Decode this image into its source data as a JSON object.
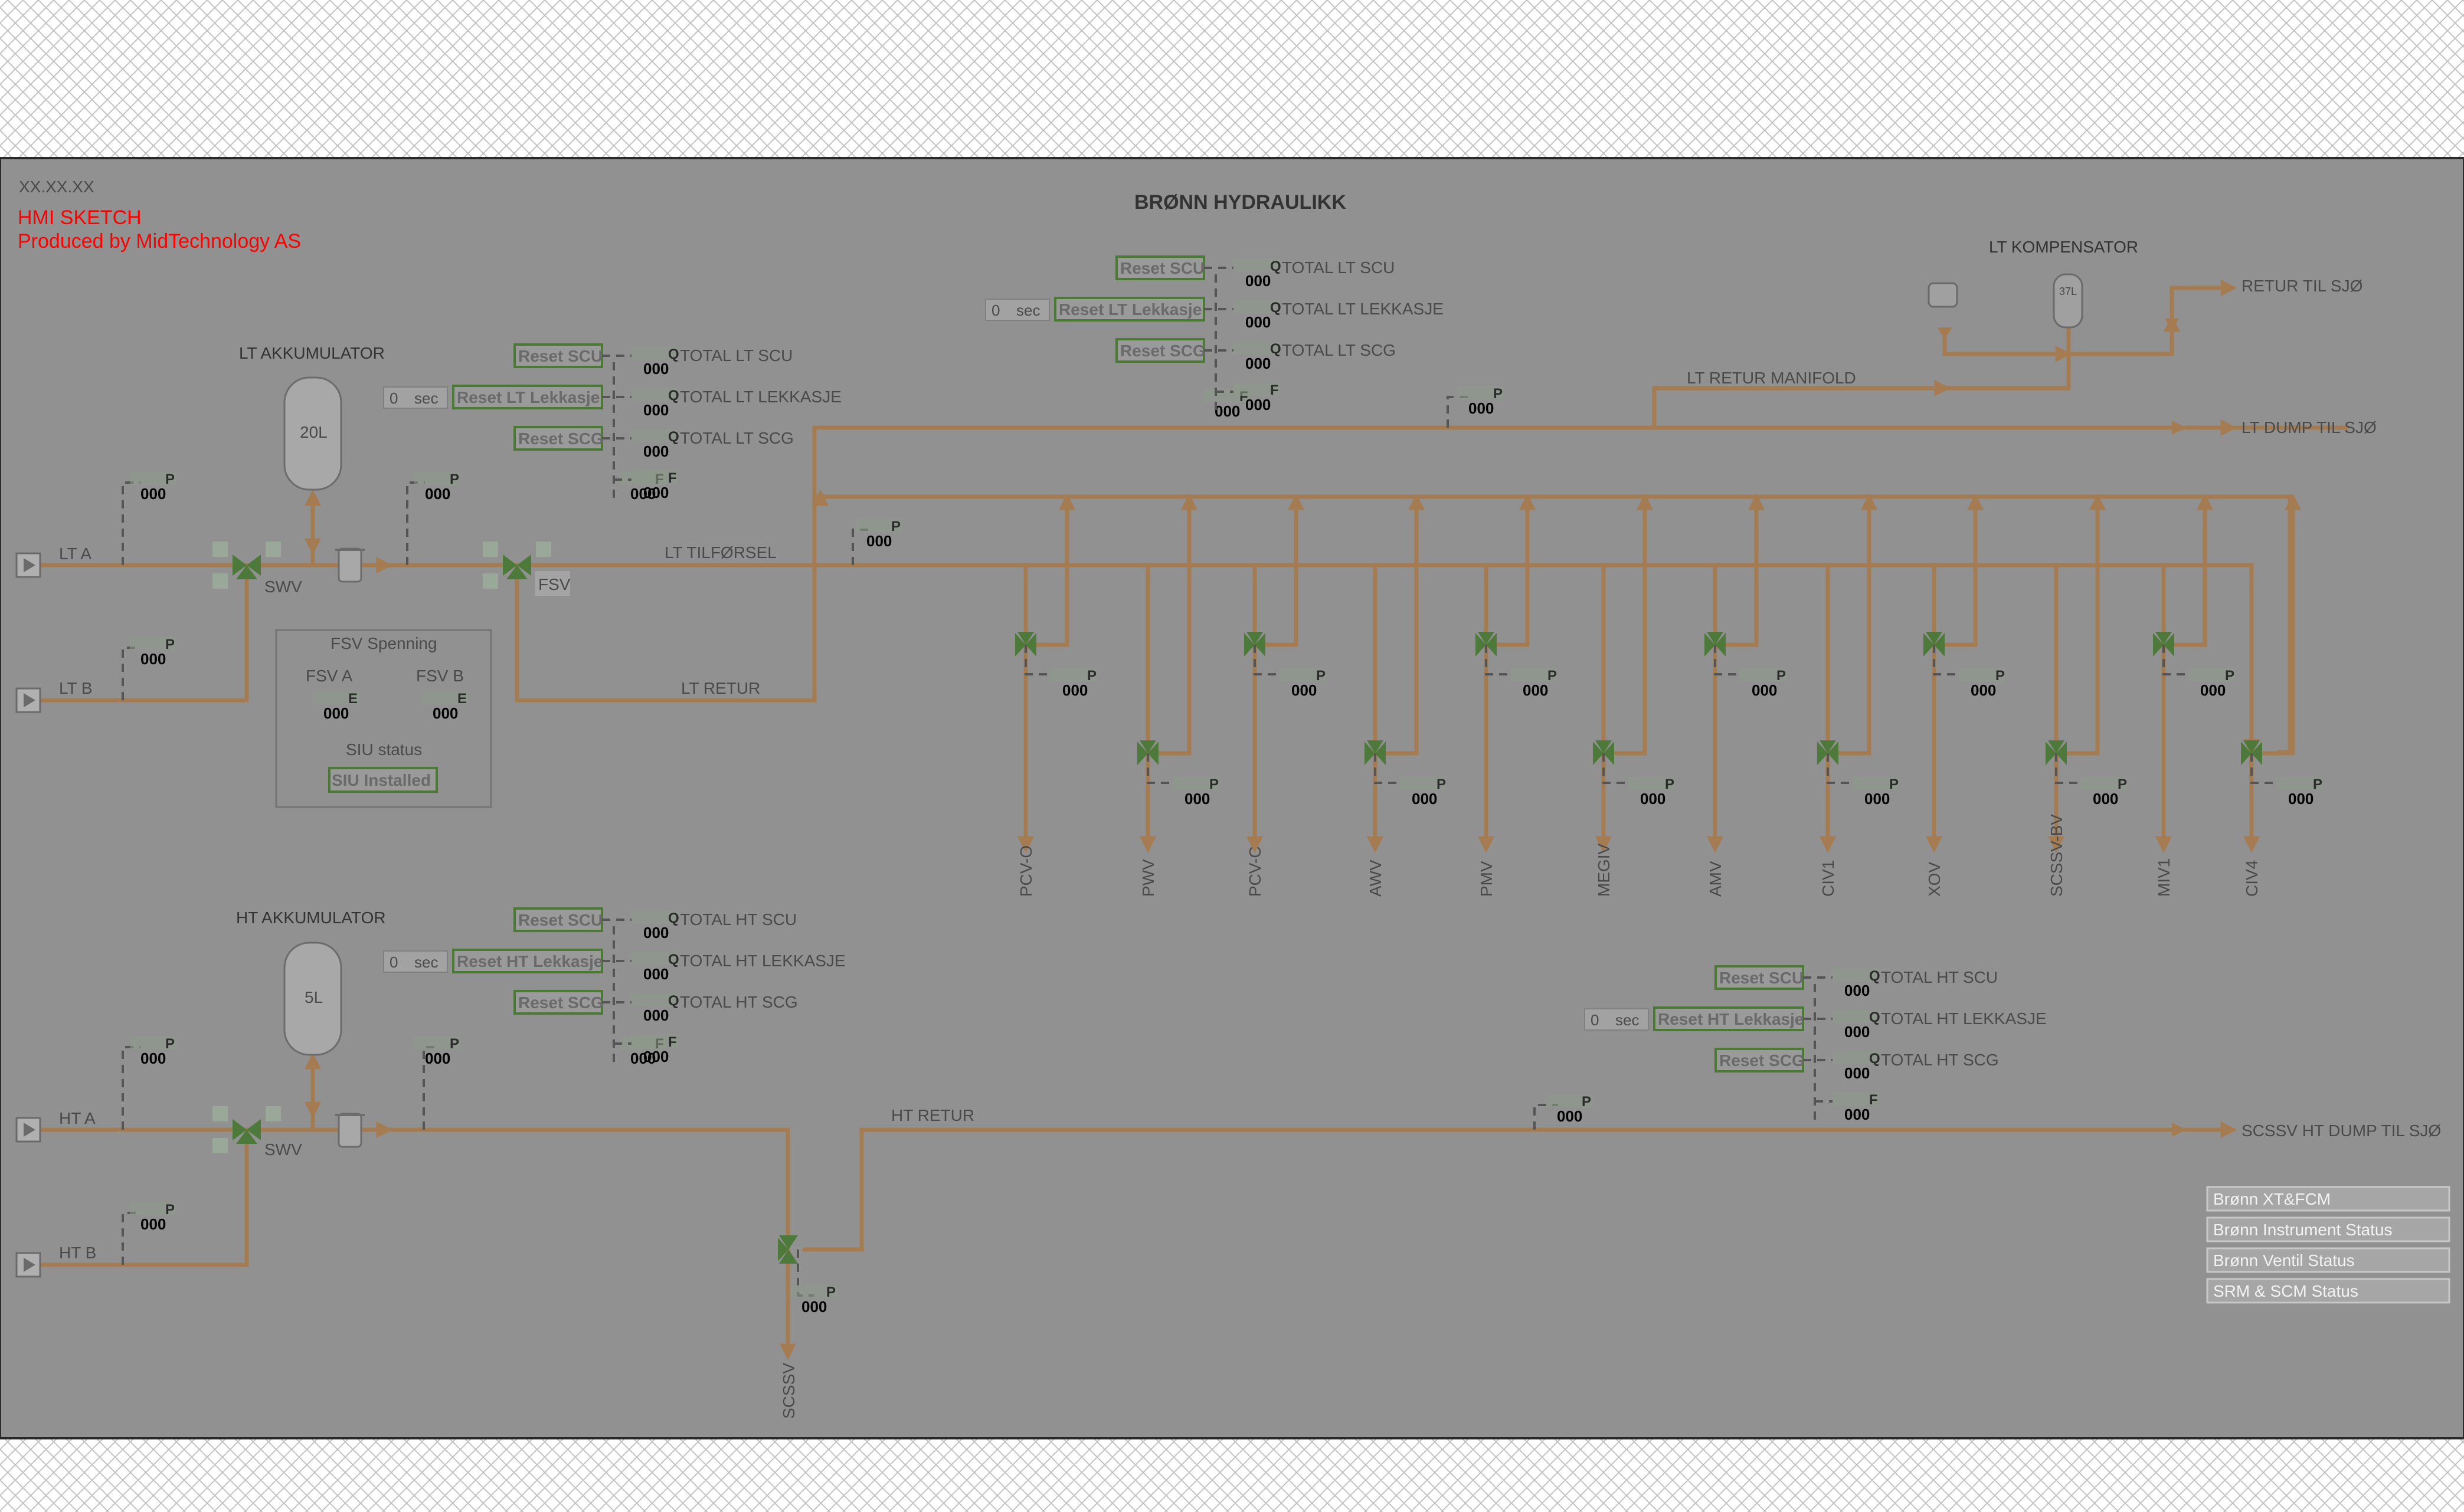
{
  "header": {
    "date": "XX.XX.XX",
    "sketch_line1": "HMI SKETCH",
    "sketch_line2": "Produced by MidTechnology AS",
    "title": "BRØNN HYDRAULIKK"
  },
  "colors": {
    "background": "#919191",
    "pipe": "#a57c52",
    "valve": "#4d7a3a",
    "button_border": "#4a7a34",
    "accent_red": "#ff0000"
  },
  "lt": {
    "accumulator_label": "LT AKKUMULATOR",
    "accumulator_volume": "20L",
    "line_a": "LT A",
    "line_b": "LT B",
    "swv": "SWV",
    "fsv": "FSV",
    "tilforsel": "LT TILFØRSEL",
    "retur": "LT RETUR",
    "retur_manifold": "LT RETUR MANIFOLD",
    "dump": "LT DUMP TIL SJØ",
    "retur_til_sjo": "RETUR TIL SJØ",
    "kompensator_label": "LT KOMPENSATOR",
    "kompensator_volume": "37L",
    "reset_scu": "Reset SCU",
    "reset_lekkasje": "Reset LT Lekkasje",
    "reset_scg": "Reset SCG",
    "total_scu": "TOTAL LT SCU",
    "total_lekkasje": "TOTAL LT LEKKASJE",
    "total_scg": "TOTAL LT SCG"
  },
  "ht": {
    "accumulator_label": "HT AKKUMULATOR",
    "accumulator_volume": "5L",
    "line_a": "HT A",
    "line_b": "HT B",
    "swv": "SWV",
    "retur": "HT RETUR",
    "dump": "SCSSV HT DUMP TIL SJØ",
    "scssv": "SCSSV",
    "reset_scu": "Reset SCU",
    "reset_lekkasje": "Reset HT Lekkasje",
    "reset_scg": "Reset SCG",
    "total_scu": "TOTAL HT SCU",
    "total_lekkasje": "TOTAL HT LEKKASJE",
    "total_scg": "TOTAL HT SCG"
  },
  "timer": {
    "value": "0",
    "unit": "sec"
  },
  "fsv_panel": {
    "title": "FSV Spenning",
    "fsv_a": "FSV A",
    "fsv_b": "FSV B",
    "siu_title": "SIU status",
    "siu_button": "SIU Installed"
  },
  "tag_letters": {
    "p": "P",
    "q": "Q",
    "f": "F",
    "e": "E"
  },
  "reading": "000",
  "valves": [
    "PCV-O",
    "PWV",
    "PCV-C",
    "AWV",
    "PMV",
    "MEGIV",
    "AMV",
    "CIV1",
    "XOV",
    "SCSSV-BV",
    "MIV1",
    "CIV4"
  ],
  "nav": {
    "xt_fcm": "Brønn XT&FCM",
    "instrument": "Brønn Instrument Status",
    "ventil": "Brønn Ventil Status",
    "srm_scm": "SRM & SCM Status"
  }
}
